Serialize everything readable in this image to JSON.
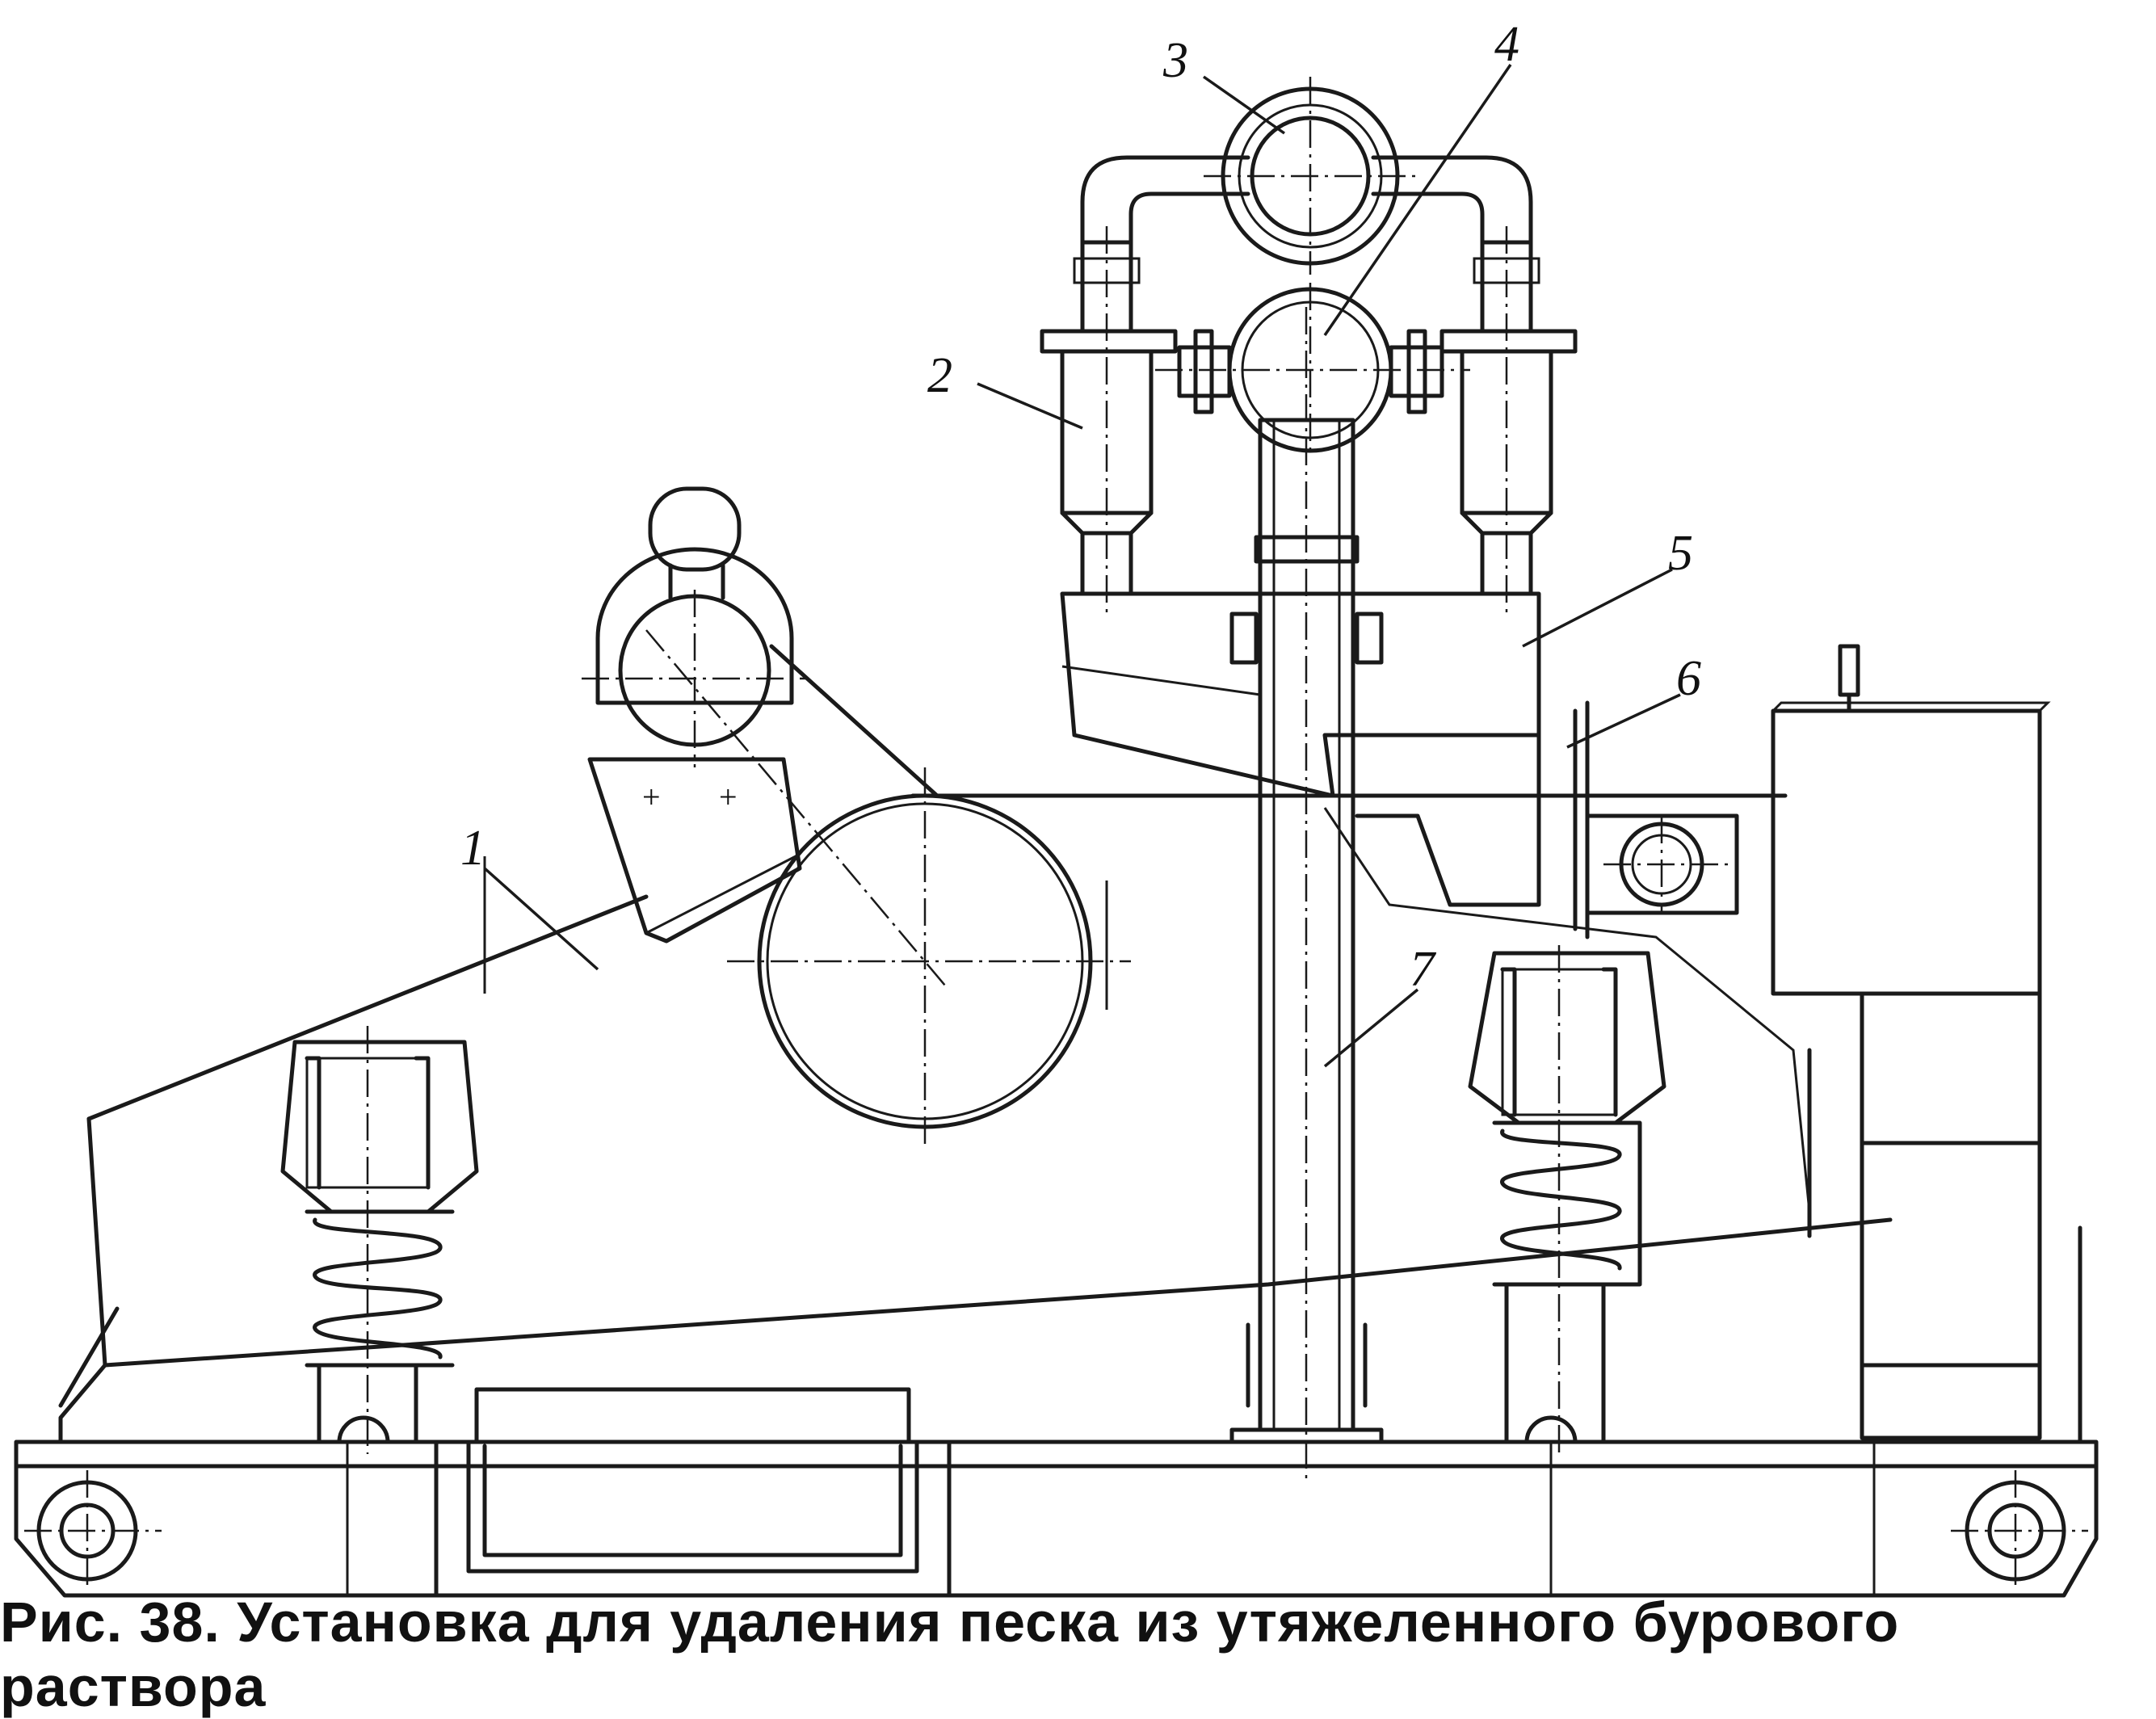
{
  "caption": "Рис. 38. Установка для удаления песка из утяжеленного бурового раствора",
  "callouts": {
    "c1": "1",
    "c2": "2",
    "c3": "3",
    "c4": "4",
    "c5": "5",
    "c6": "6",
    "c7": "7"
  }
}
